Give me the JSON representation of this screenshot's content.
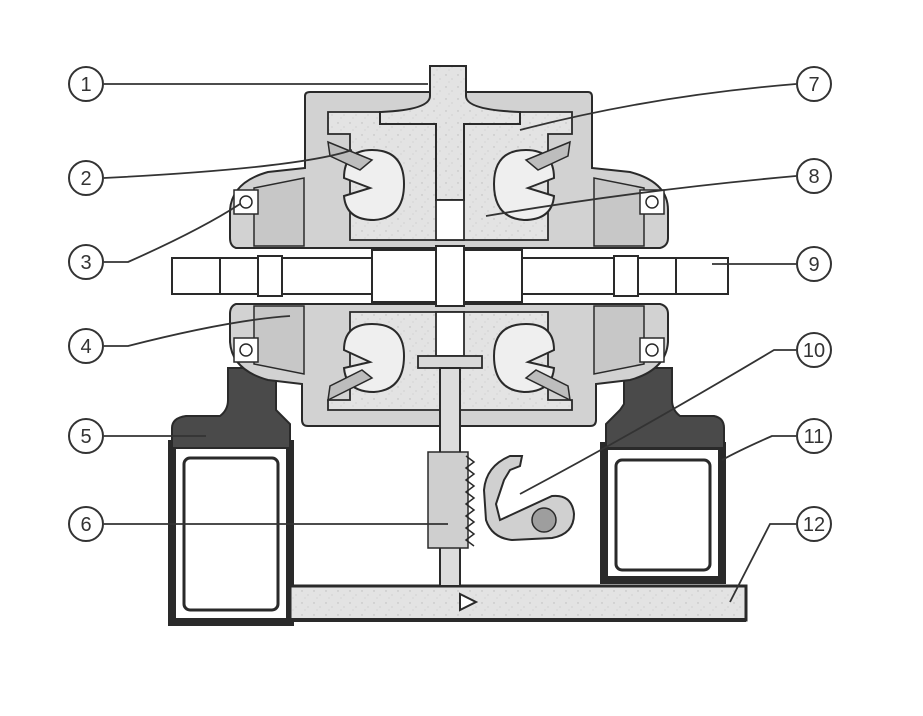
{
  "callouts": [
    {
      "id": 1,
      "label": "1"
    },
    {
      "id": 2,
      "label": "2"
    },
    {
      "id": 3,
      "label": "3"
    },
    {
      "id": 4,
      "label": "4"
    },
    {
      "id": 5,
      "label": "5"
    },
    {
      "id": 6,
      "label": "6"
    },
    {
      "id": 7,
      "label": "7"
    },
    {
      "id": 8,
      "label": "8"
    },
    {
      "id": 9,
      "label": "9"
    },
    {
      "id": 10,
      "label": "10"
    },
    {
      "id": 11,
      "label": "11"
    },
    {
      "id": 12,
      "label": "12"
    }
  ],
  "colors": {
    "housing": "#d7d7d7",
    "housing_dark": "#bdbdbd",
    "fluid": "#e6e6e6",
    "mount_dark": "#4a4a4a",
    "outline": "#2a2a2a",
    "background": "#ffffff"
  }
}
